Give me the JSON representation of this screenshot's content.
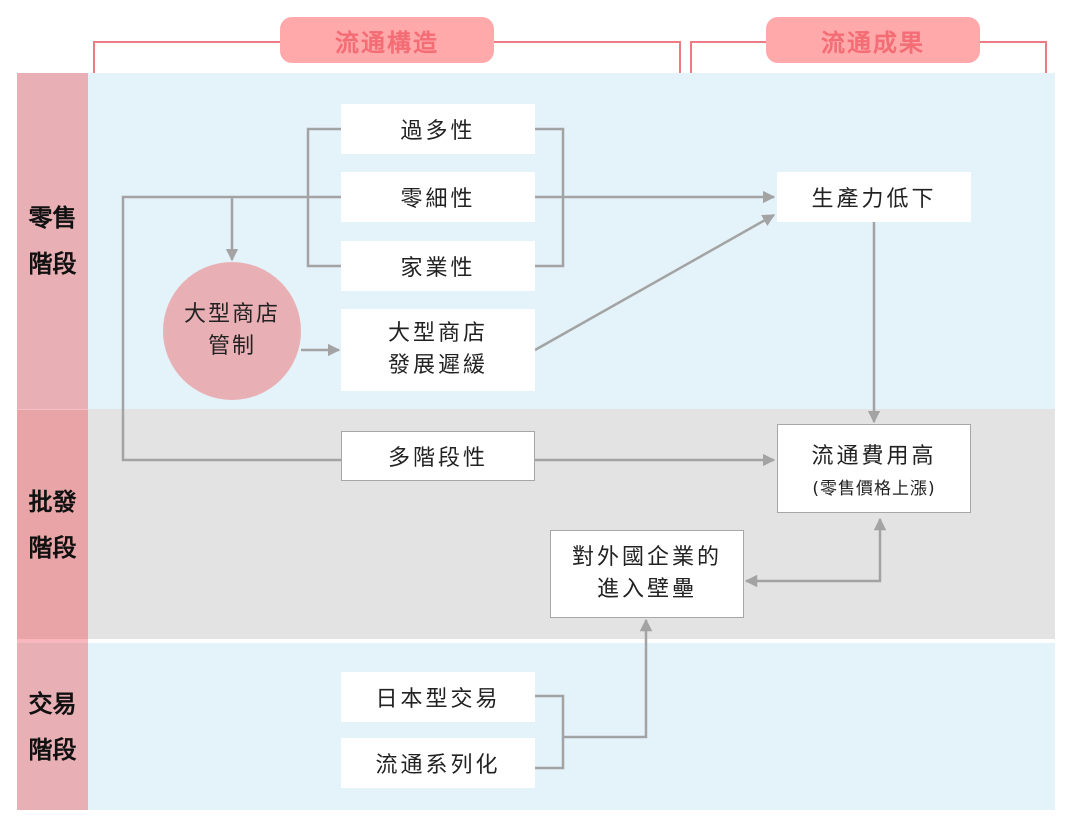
{
  "headers": {
    "structure": "流通構造",
    "outcome": "流通成果"
  },
  "stages": {
    "retail": [
      "零售",
      "階段"
    ],
    "wholesale": [
      "批發",
      "階段"
    ],
    "trade": [
      "交易",
      "階段"
    ]
  },
  "nodes": {
    "excessiveness": "過多性",
    "small_scale": "零細性",
    "family_business": "家業性",
    "large_store_regulation": [
      "大型商店",
      "管制"
    ],
    "large_store_slow_development": [
      "大型商店",
      "發展遲緩"
    ],
    "productivity_low": "生產力低下",
    "multi_stage": "多階段性",
    "high_distribution_cost": "流通費用高",
    "high_distribution_cost_note": "(零售價格上漲)",
    "entry_barrier": [
      "對外國企業的",
      "進入壁壘"
    ],
    "japanese_trade": "日本型交易",
    "keiretsu": "流通系列化"
  },
  "colors": {
    "accent_pink": "#ffa9ab",
    "accent_pink_text": "#f46c74",
    "bracket_line": "#f07a82",
    "stage_pink": "#e8b0b5",
    "band_blue": "#e4f2f9",
    "band_gray": "#e3e3e3",
    "connector_gray": "#a3a3a3"
  }
}
